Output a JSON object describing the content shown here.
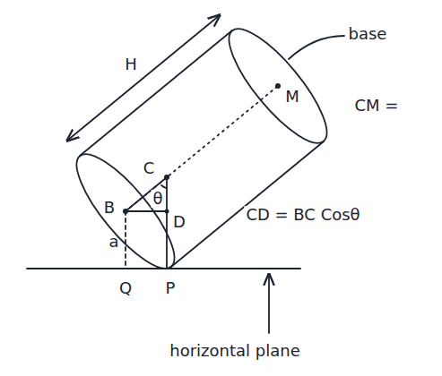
{
  "diagram": {
    "labels": [
      "base",
      "H",
      "M",
      "CM =",
      "C",
      "θ",
      "B",
      "D",
      "CD = BC Cosθ",
      "a",
      "Q",
      "P",
      "horizontal plane"
    ]
  }
}
